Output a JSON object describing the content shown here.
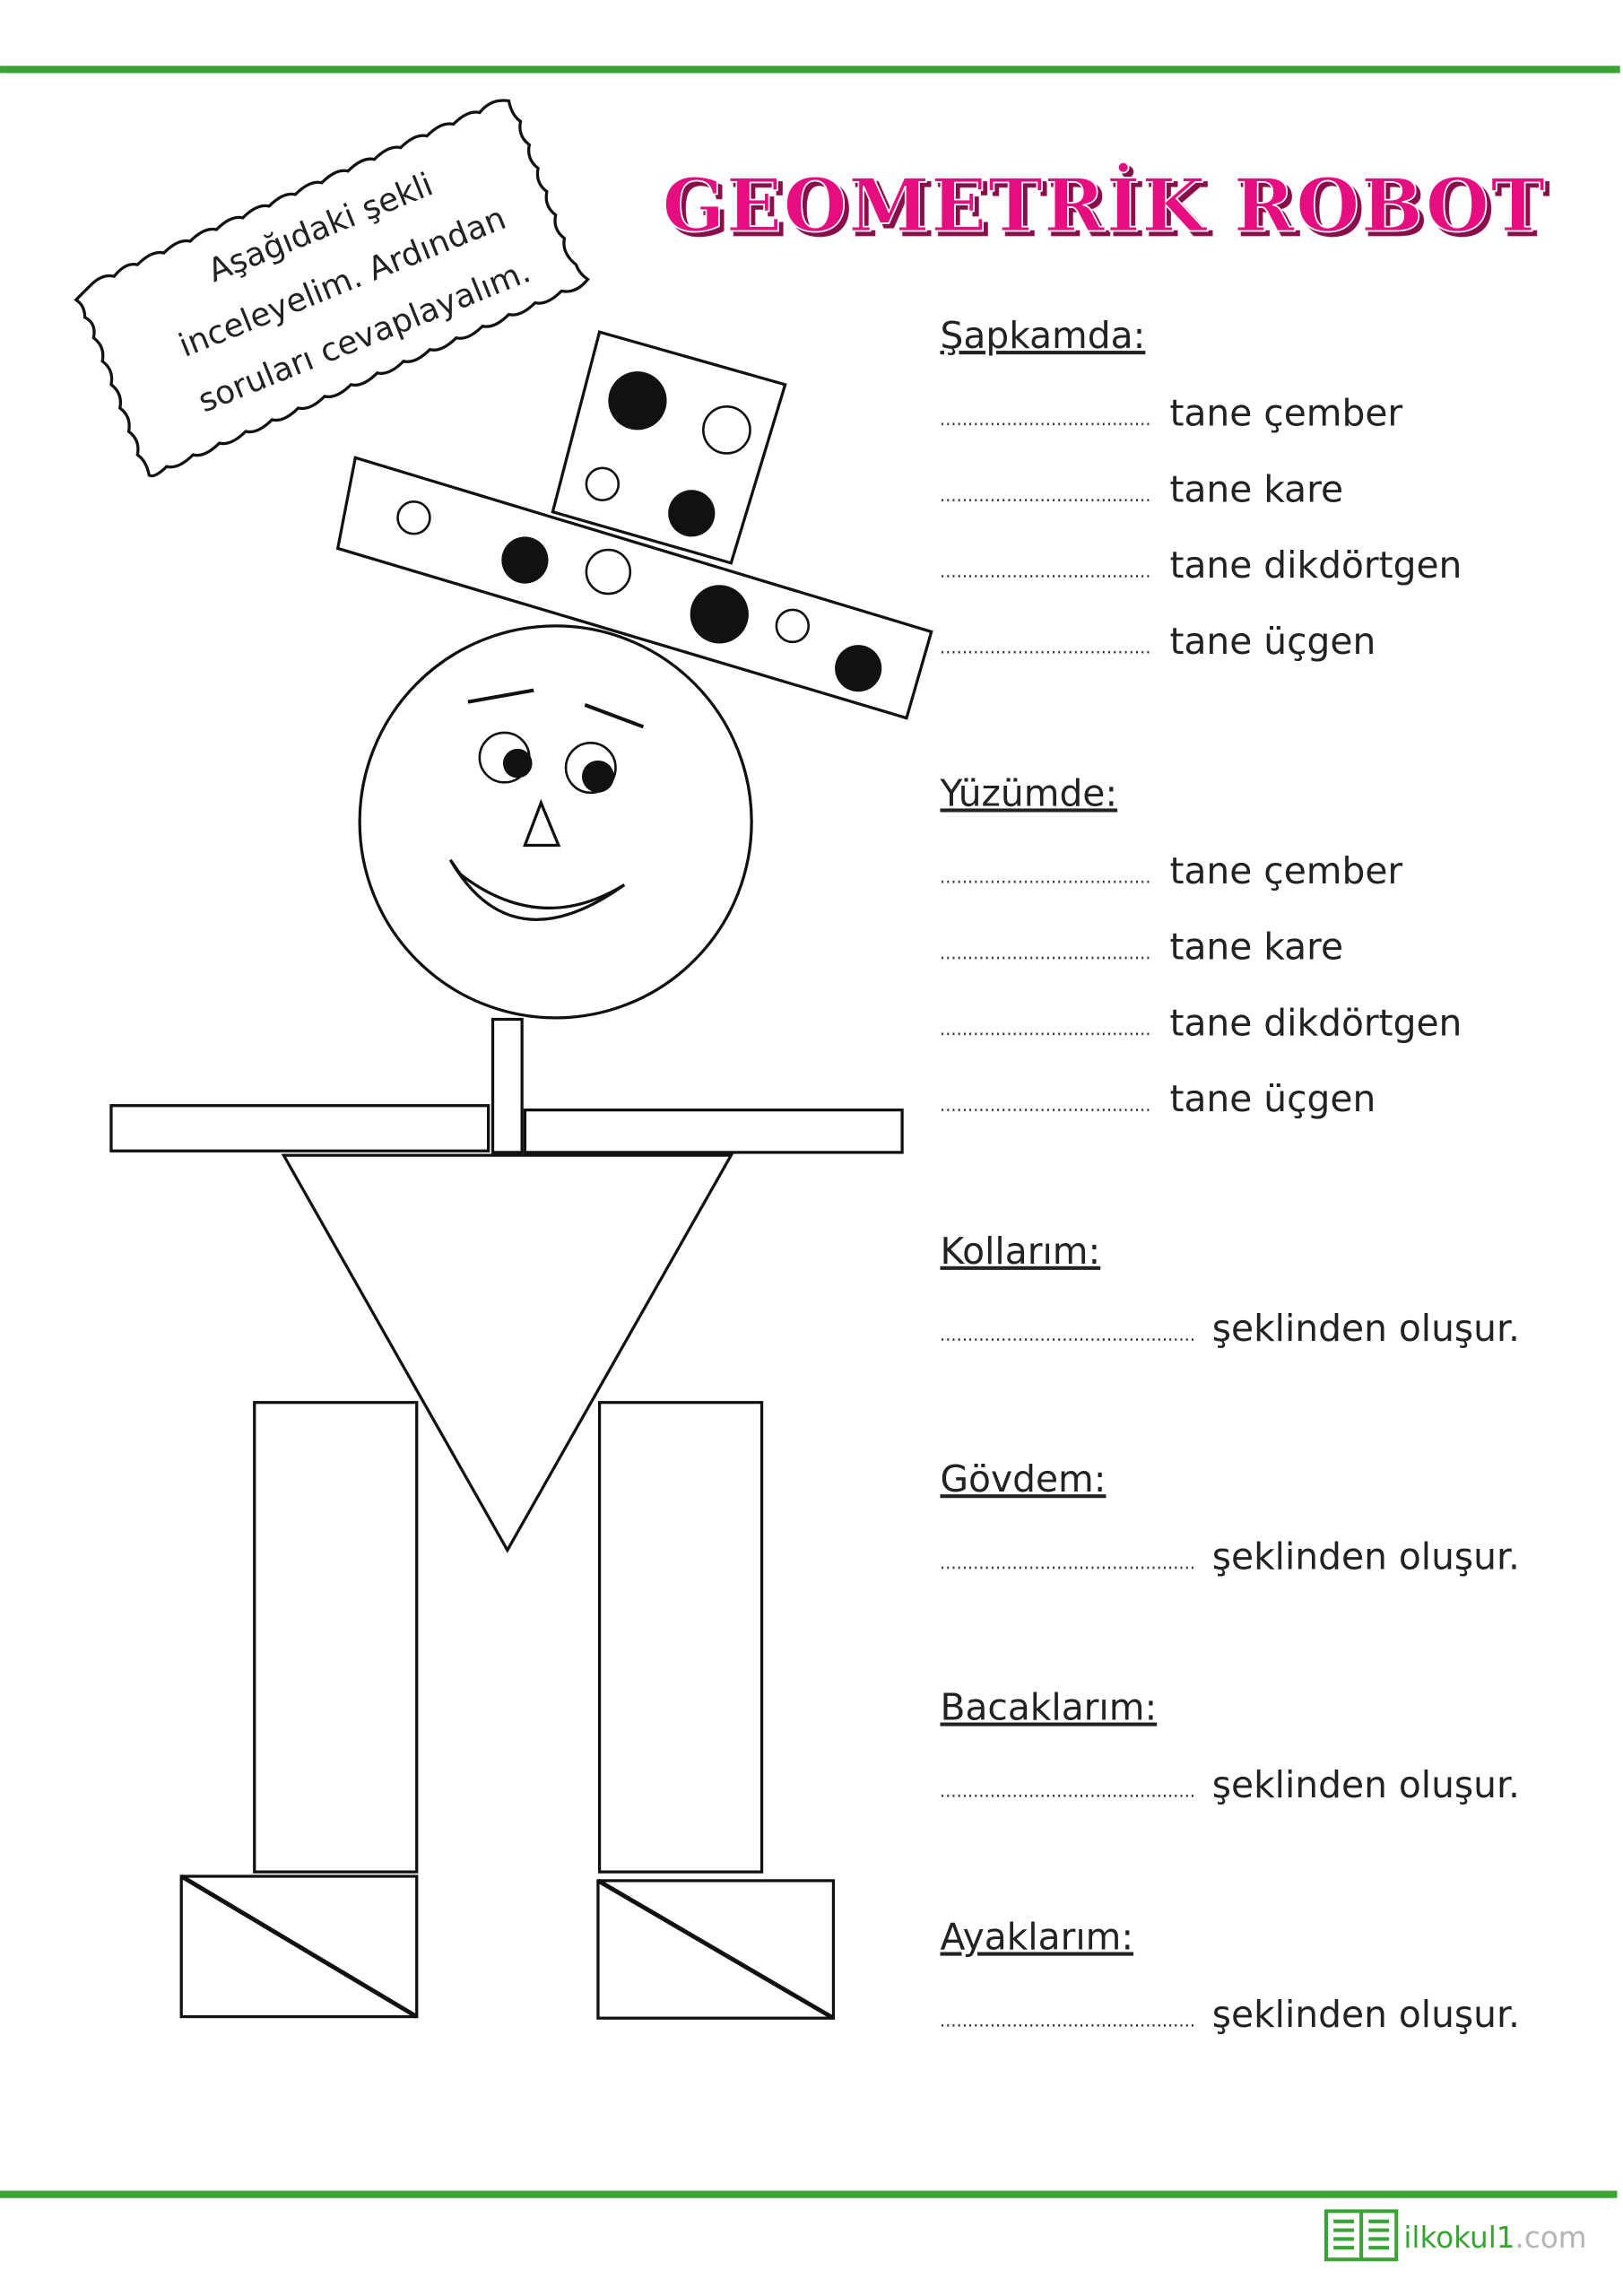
{
  "title": "GEOMETRİK ROBOT",
  "instruction": [
    "Aşağıdaki şekli",
    "inceleyelim. Ardından",
    "soruları cevaplayalım."
  ],
  "sections": [
    {
      "heading": "Şapkamda:",
      "items": [
        "tane çember",
        "tane kare",
        "tane dikdörtgen",
        "tane üçgen"
      ]
    },
    {
      "heading": "Yüzümde:",
      "items": [
        "tane çember",
        "tane kare",
        "tane dikdörtgen",
        "tane üçgen"
      ]
    },
    {
      "heading": "Kollarım:",
      "items": [
        "şeklinden oluşur."
      ]
    },
    {
      "heading": "Gövdem:",
      "items": [
        "şeklinden oluşur."
      ]
    },
    {
      "heading": "Bacaklarım:",
      "items": [
        "şeklinden oluşur."
      ]
    },
    {
      "heading": "Ayaklarım:",
      "items": [
        "şeklinden oluşur."
      ]
    }
  ],
  "logo": {
    "name": "ilkokul1",
    "suffix": ".com"
  },
  "colors": {
    "green": "#3aa335",
    "pink": "#e5097f",
    "gray": "#b5b5b5"
  }
}
